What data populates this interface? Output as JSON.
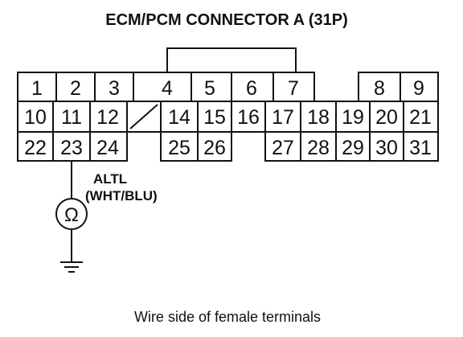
{
  "title": "ECM/PCM CONNECTOR A (31P)",
  "caption": "Wire side of female terminals",
  "probe_label_line1": "ALTL",
  "probe_label_line2": "(WHT/BLU)",
  "meter_symbol": "Ω",
  "ground_symbol": "ground-icon",
  "probed_terminal": "23",
  "connector": {
    "row1": [
      "1",
      "2",
      "3",
      "4",
      "5",
      "6",
      "7",
      "",
      "8",
      "9"
    ],
    "row2": [
      "10",
      "11",
      "12",
      "",
      "14",
      "15",
      "16",
      "17",
      "18",
      "19",
      "20",
      "21"
    ],
    "row3": [
      "22",
      "23",
      "24",
      "",
      "25",
      "26",
      "",
      "27",
      "28",
      "29",
      "30",
      "31"
    ]
  }
}
